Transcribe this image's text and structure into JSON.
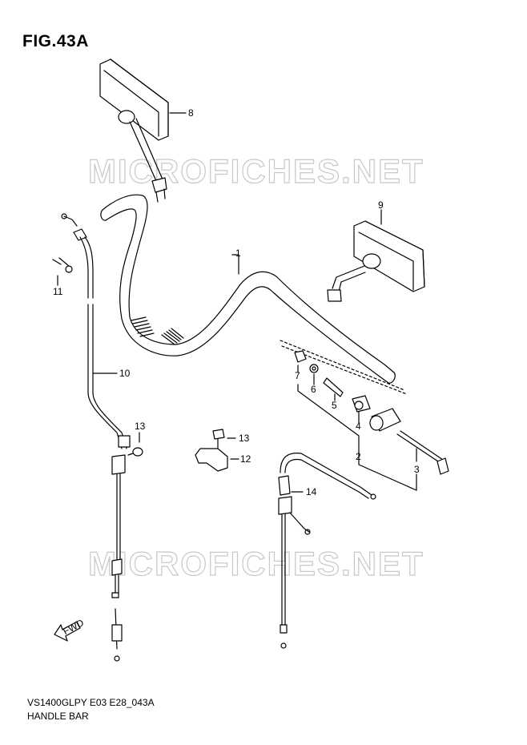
{
  "figure": {
    "title": "FIG.43A",
    "code": "VS1400GLPY E03 E28_043A",
    "name": "HANDLE BAR"
  },
  "watermark": "MICROFICHES.NET",
  "callouts": [
    "1",
    "2",
    "3",
    "4",
    "5",
    "6",
    "7",
    "8",
    "9",
    "10",
    "11",
    "12",
    "13",
    "13",
    "14"
  ],
  "fwd_label": "FWD"
}
